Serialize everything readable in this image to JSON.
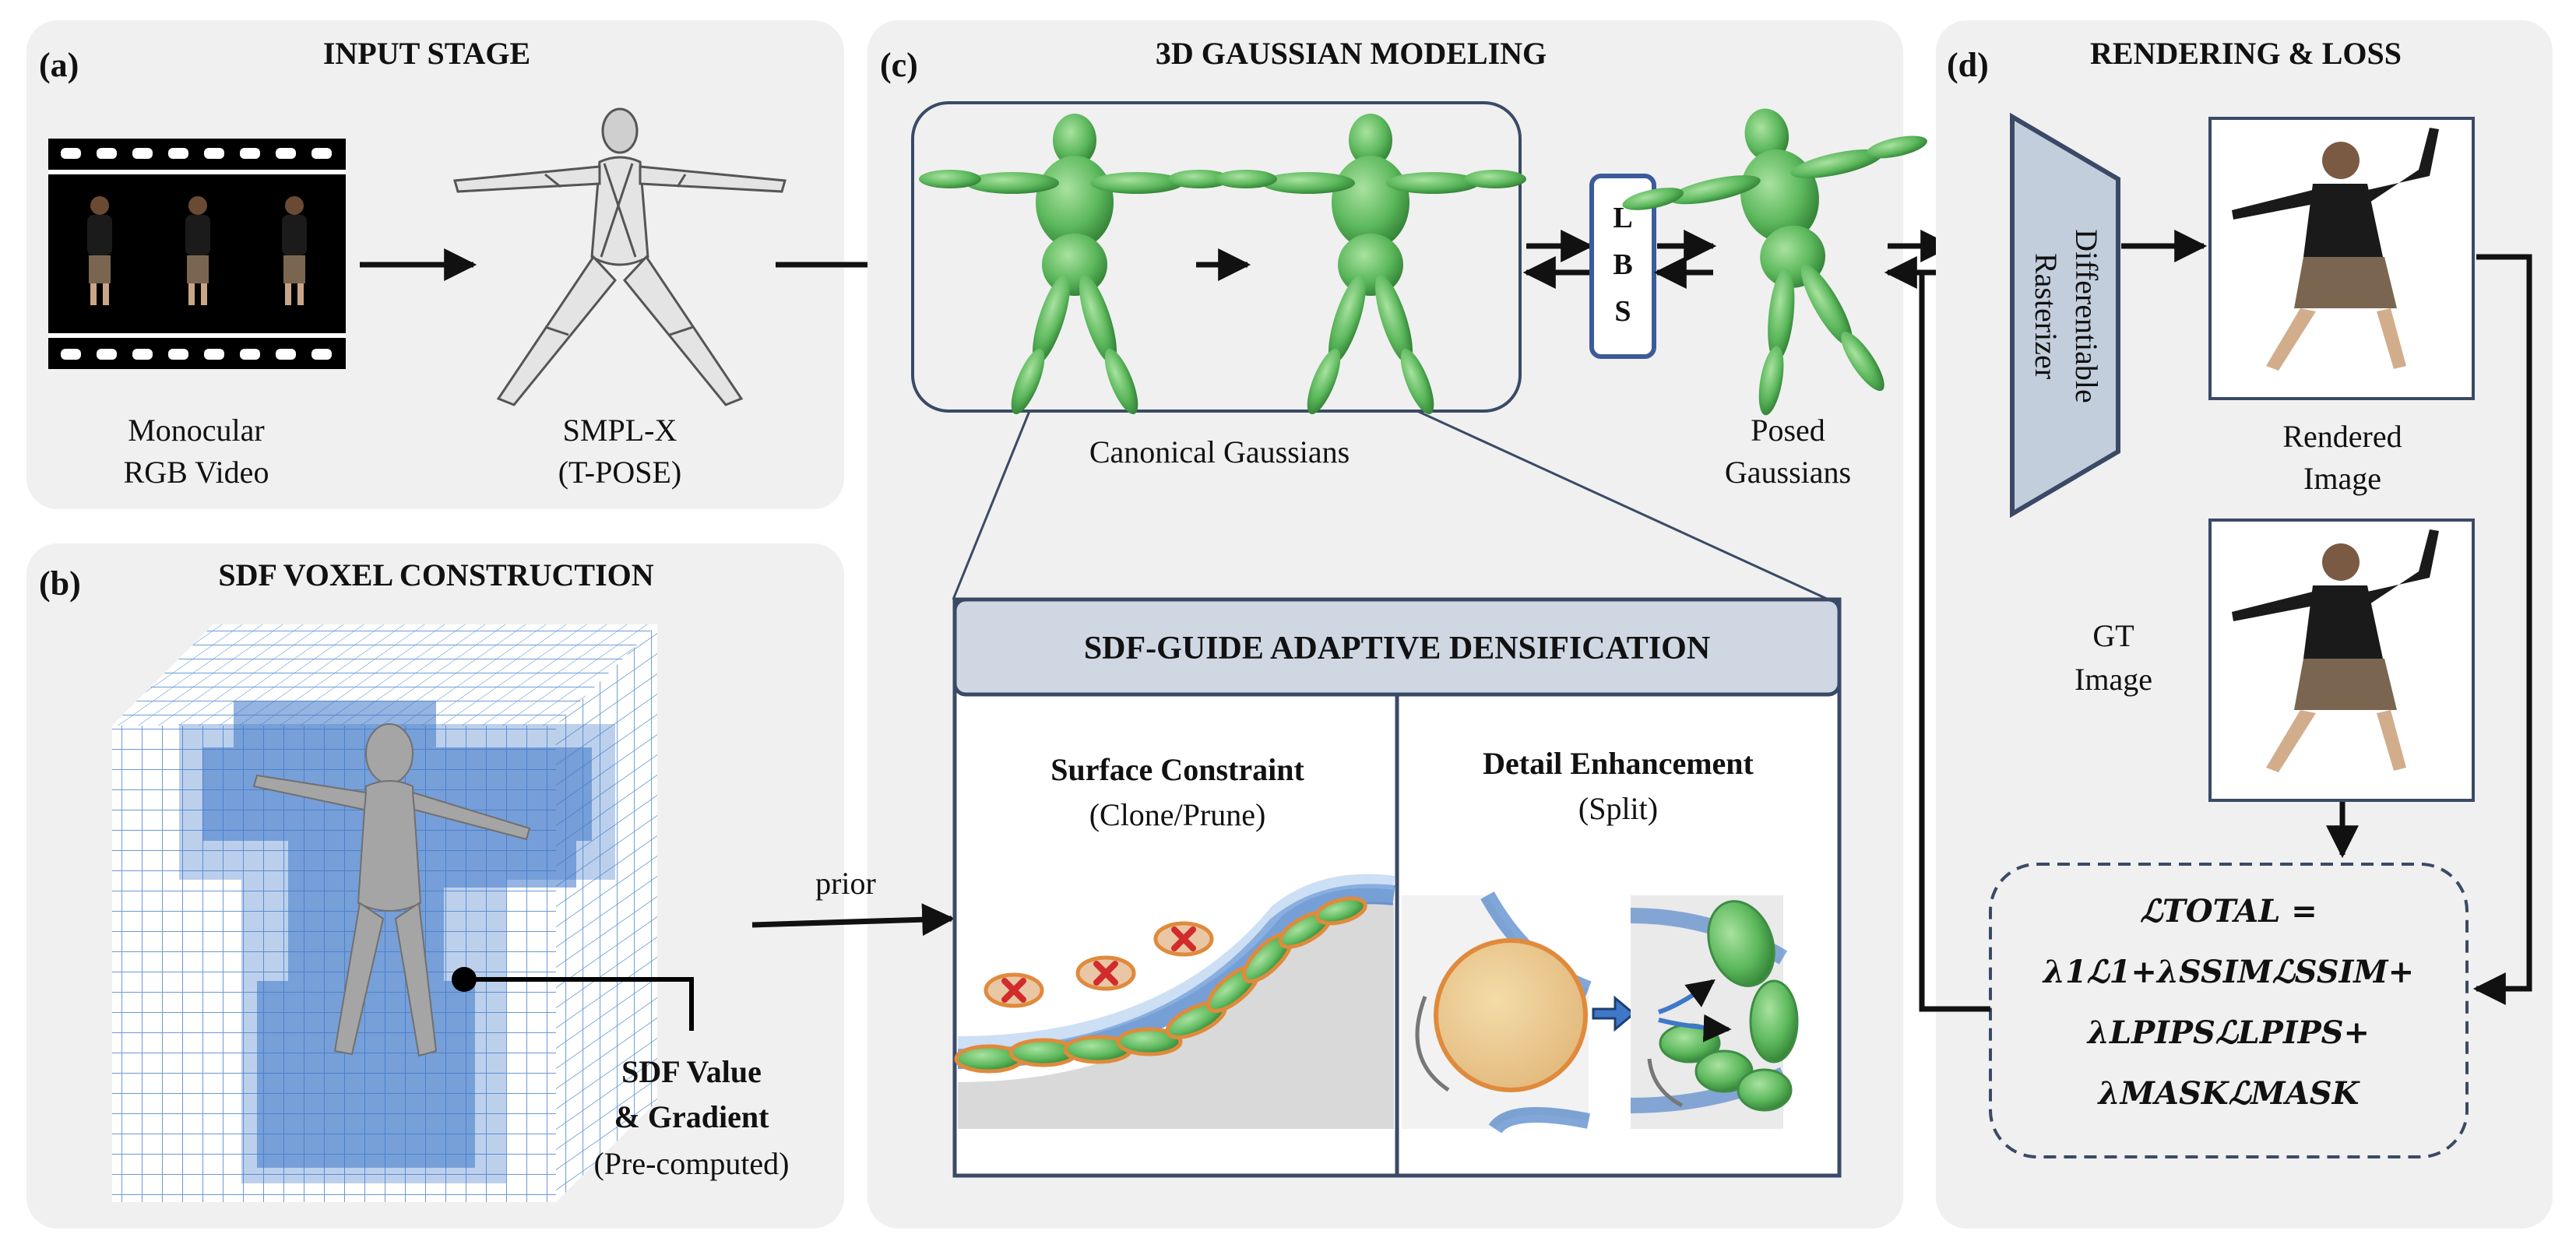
{
  "panels": {
    "a": {
      "tag": "(a)",
      "title": "INPUT STAGE",
      "video_label": [
        "Monocular",
        "RGB Video"
      ],
      "smpl_label": [
        "SMPL-X",
        "(T-POSE)"
      ]
    },
    "b": {
      "tag": "(b)",
      "title": "SDF VOXEL CONSTRUCTION",
      "sdf_label": [
        "SDF Value",
        "& Gradient"
      ],
      "precomputed": "(Pre-computed)"
    },
    "c": {
      "tag": "(c)",
      "title": "3D GAUSSIAN MODELING",
      "lbs": [
        "L",
        "B",
        "S"
      ],
      "canonical_label": "Canonical Gaussians",
      "posed_label": [
        "Posed",
        "Gaussians"
      ],
      "prior_label": "prior",
      "densify_title": "SDF-GUIDE ADAPTIVE DENSIFICATION",
      "surface_title": "Surface Constraint",
      "surface_sub": "(Clone/Prune)",
      "detail_title": "Detail Enhancement",
      "detail_sub": "(Split)"
    },
    "d": {
      "tag": "(d)",
      "title": "RENDERING & LOSS",
      "rasterizer": [
        "Differentiable",
        "Rasterizer"
      ],
      "rendered_label": [
        "Rendered",
        "Image"
      ],
      "gt_label": [
        "GT",
        "Image"
      ],
      "loss_lines": [
        "ℒTOTAL =",
        "λ1ℒ1+λSSIMℒSSIM+",
        "λLPIPSℒLPIPS+",
        "λMASKℒMASK"
      ]
    }
  },
  "colors": {
    "panel_bg": "#f0f0f0",
    "gaussian_green": "#5cb85c",
    "voxel_blue": "#3f78c9",
    "lbs_border": "#3a5c9a",
    "rasterizer_fill": "#c3cedd",
    "header_fill": "#cfd7e3",
    "prune_red": "#d22b2b",
    "ellipse_orange": "#e08a3c"
  },
  "icons": [
    "film-strip-icon",
    "mesh-human-icon",
    "gaussian-human-icon",
    "arrow-icon",
    "voxel-cube-icon",
    "prune-x-icon",
    "split-arrow-icon",
    "person-photo-icon"
  ]
}
